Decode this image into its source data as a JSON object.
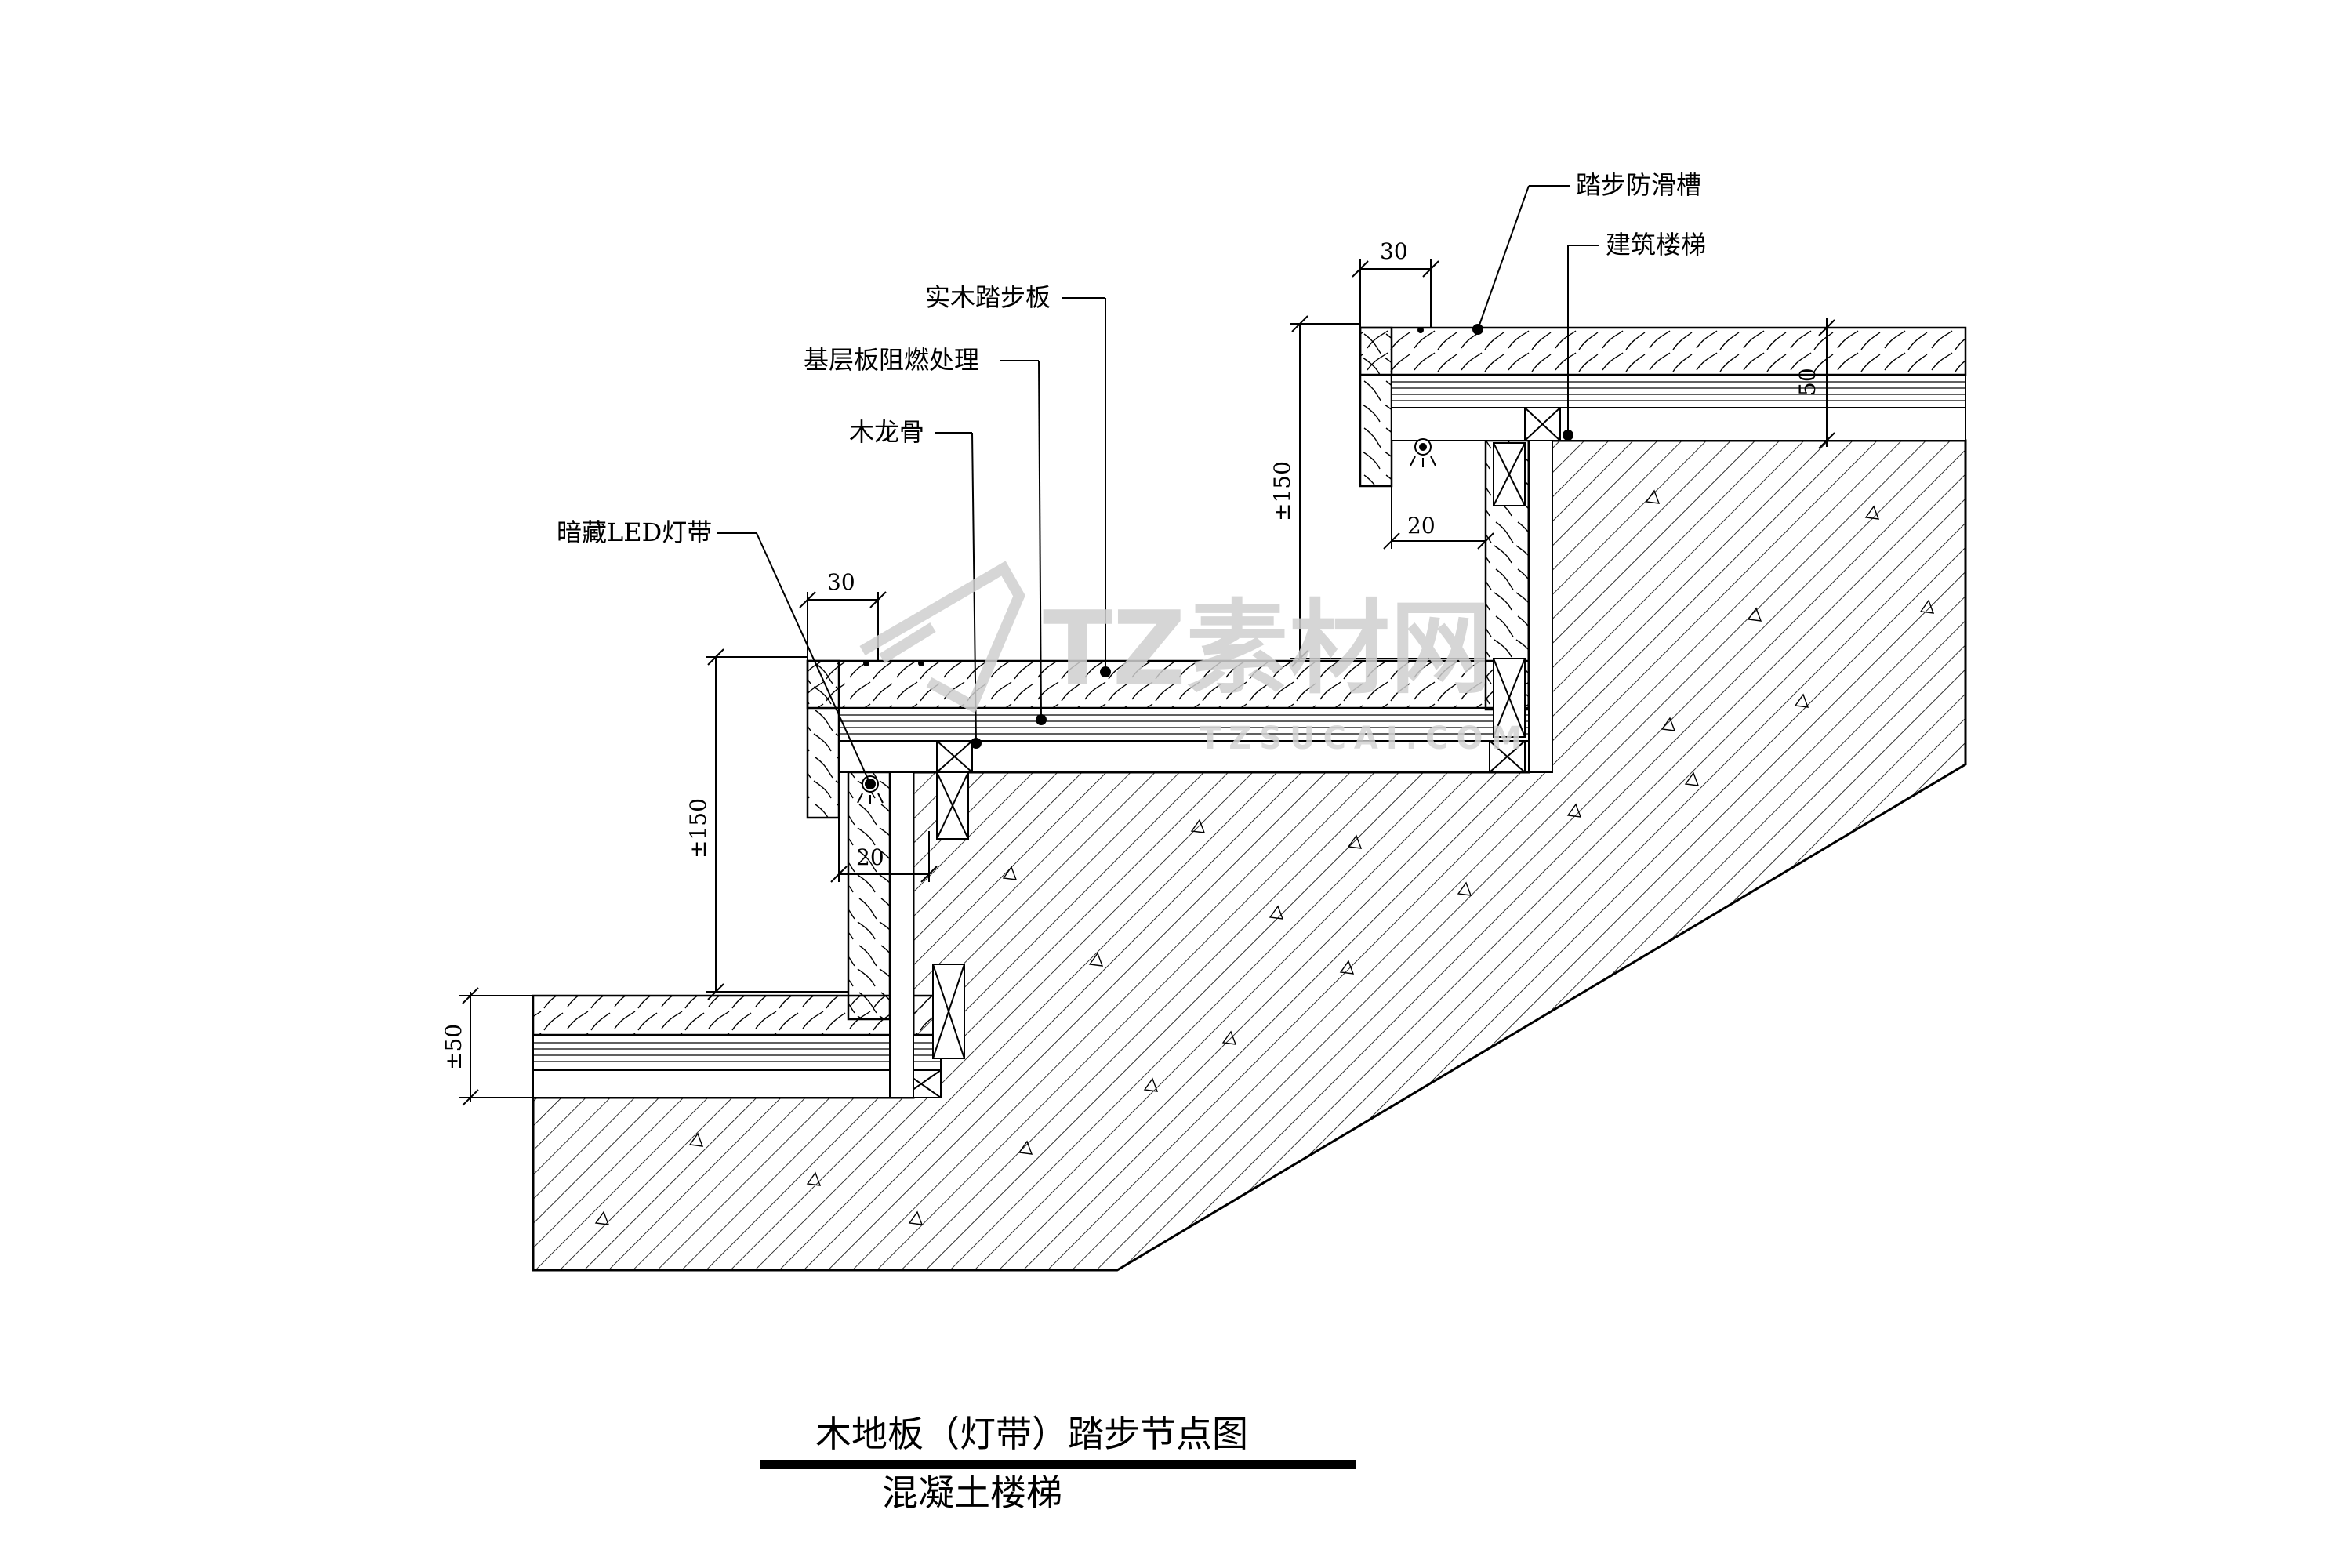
{
  "labels": {
    "anti_slip": "踏步防滑槽",
    "building_stair": "建筑楼梯",
    "solid_wood_tread": "实木踏步板",
    "base_board": "基层板阻燃处理",
    "wood_keel": "木龙骨",
    "hidden_led": "暗藏LED灯带"
  },
  "dimensions": {
    "upper_nosing": "30",
    "upper_gap": "20",
    "upper_riser": "±150",
    "upper_thickness": "50",
    "lower_nosing": "30",
    "lower_gap": "20",
    "lower_riser": "±150",
    "floor_thickness": "±50"
  },
  "title": {
    "main": "木地板（灯带）踏步节点图",
    "sub": "混凝土楼梯"
  },
  "watermark": {
    "text": "TZ素材网",
    "url": "TZSUCAI.COM"
  },
  "colors": {
    "line": "#000000",
    "watermark": "#cfcfcf"
  }
}
